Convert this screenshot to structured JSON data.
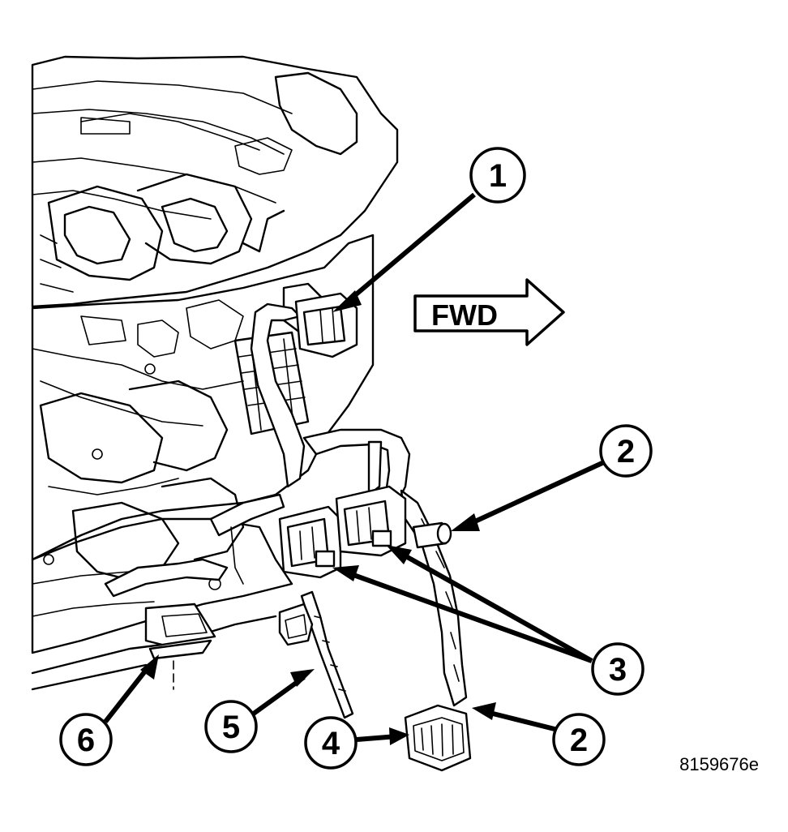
{
  "callouts": [
    {
      "id": "c1",
      "label": "1"
    },
    {
      "id": "c2a",
      "label": "2"
    },
    {
      "id": "c2b",
      "label": "2"
    },
    {
      "id": "c3",
      "label": "3"
    },
    {
      "id": "c4",
      "label": "4"
    },
    {
      "id": "c5",
      "label": "5"
    },
    {
      "id": "c6",
      "label": "6"
    }
  ],
  "direction_arrow": {
    "label": "FWD"
  },
  "figure_id": "8159676e"
}
